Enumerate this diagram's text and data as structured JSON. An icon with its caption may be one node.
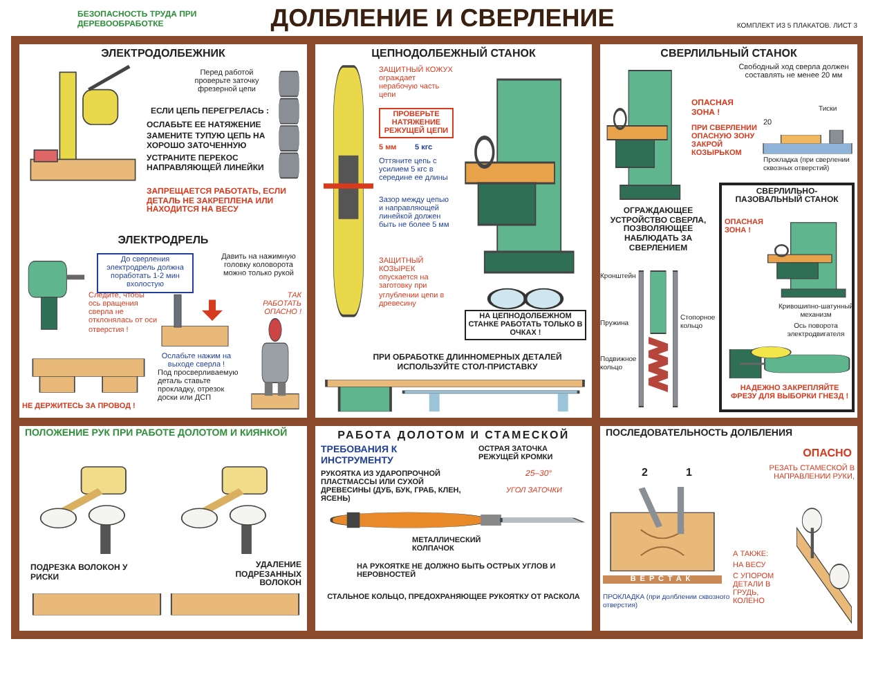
{
  "diagram": {
    "title": "ДОЛБЛЕНИЕ И СВЕРЛЕНИЕ",
    "nodes": [
      {
        "text": [
          "ЭЛЕКТРОДОЛБЕЖНИК"
        ]
      },
      {
        "text": [
          "ЭЛЕКТРОДРЕЛЬ"
        ]
      },
      {
        "text": [
          "ЦЕПНОДОЛБЕЖНЫЙ СТАНОК"
        ]
      },
      {
        "text": [
          "СВЕРЛИЛЬНЫЙ СТАНОК"
        ]
      },
      {
        "text": [
          "СВЕРЛИЛЬНО-ПАЗОВАЛЬНЫЙ СТАНОК"
        ],
        "in": 3
      },
      {
        "text": [
          "ПОЛОЖЕНИЕ РУК ПРИ РАБОТЕ ДОЛОТОМ И КИЯНКОЙ"
        ]
      },
      {
        "text": [
          "РАБОТА ДОЛОТОМ И СТАМЕСКОЙ"
        ]
      },
      {
        "text": [
          "ПОСЛЕДОВАТЕЛЬНОСТЬ ДОЛБЛЕНИЯ"
        ]
      }
    ],
    "labels": [
      "БЕЗОПАСНОСТЬ ТРУДА ПРИ ДЕРЕВООБРАБОТКЕ",
      "КОМПЛЕКТ ИЗ 5 ПЛАКАТОВ. ЛИСТ 3",
      "Перед работой проверьте заточку фрезерной цепи",
      "ЕСЛИ ЦЕПЬ ПЕРЕГРЕЛАСЬ :",
      "ОСЛАБЬТЕ ЕЕ НАТЯЖЕНИЕ",
      "ЗАМЕНИТЕ ТУПУЮ ЦЕПЬ НА ХОРОШО ЗАТОЧЕННУЮ",
      "УСТРАНИТЕ ПЕРЕКОС НАПРАВЛЯЮЩЕЙ ЛИНЕЙКИ",
      "ЗАПРЕЩАЕТСЯ РАБОТАТЬ, ЕСЛИ ДЕТАЛЬ НЕ ЗАКРЕПЛЕНА ИЛИ НАХОДИТСЯ НА ВЕСУ",
      "До сверления электродрель должна поработать 1-2 мин вхолостую",
      "Давить на нажимную головку коловорота можно только рукой",
      "ТАК РАБОТАТЬ ОПАСНО !",
      "Следите, чтобы ось вращения сверла не отклонялась от оси отверстия !",
      "Ослабьте нажим на выходе сверла !",
      "Под просверливаемую деталь ставьте прокладку, отрезок доски или ДСП",
      "НЕ ДЕРЖИТЕСЬ ЗА ПРОВОД !",
      "ЗАЩИТНЫЙ КОЖУХ ограждает нерабочую часть цепи",
      "ПРОВЕРЬТЕ НАТЯЖЕНИЕ РЕЖУЩЕЙ ЦЕПИ",
      "5 мм",
      "5 кгс",
      "Оттяните цепь с усилием 5 кгс в середине ее длины",
      "Зазор между цепью и направляющей линейкой должен быть не более 5 мм",
      "ЗАЩИТНЫЙ КОЗЫРЕК опускается на заготовку при углублении цепи в древесину",
      "НА ЦЕПНОДОЛБЕЖНОМ СТАНКЕ РАБОТАТЬ ТОЛЬКО В ОЧКАХ !",
      "ПРИ ОБРАБОТКЕ ДЛИННОМЕРНЫХ ДЕТАЛЕЙ ИСПОЛЬЗУЙТЕ СТОЛ-ПРИСТАВКУ",
      "Свободный ход сверла должен составлять не менее 20 мм",
      "ОПАСНАЯ ЗОНА !",
      "Тиски",
      "20",
      "ПРИ СВЕРЛЕНИИ ОПАСНУЮ ЗОНУ ЗАКРОЙ КОЗЫРЬКОМ",
      "Прокладка (при сверлении сквозных отверстий)",
      "ОГРАЖДАЮЩЕЕ УСТРОЙСТВО СВЕРЛА, ПОЗВОЛЯЮЩЕЕ НАБЛЮДАТЬ ЗА СВЕРЛЕНИЕМ",
      "Кронштейн",
      "Пружина",
      "Подвижное кольцо",
      "Стопорное кольцо",
      "ОПАСНАЯ ЗОНА !",
      "Кривошипно-шатунный механизм",
      "Ось поворота электродвигателя",
      "НАДЕЖНО ЗАКРЕПЛЯЙТЕ ФРЕЗУ ДЛЯ ВЫБОРКИ ГНЕЗД !",
      "ПОДРЕЗКА ВОЛОКОН У РИСКИ",
      "УДАЛЕНИЕ ПОДРЕЗАННЫХ ВОЛОКОН",
      "ТРЕБОВАНИЯ К ИНСТРУМЕНТУ",
      "ОСТРАЯ ЗАТОЧКА РЕЖУЩЕЙ КРОМКИ",
      "25–30°",
      "УГОЛ ЗАТОЧКИ",
      "РУКОЯТКА ИЗ УДАРОПРОЧНОЙ ПЛАСТМАССЫ ИЛИ СУХОЙ ДРЕВЕСИНЫ (ДУБ, БУК, ГРАБ, КЛЕН, ЯСЕНЬ)",
      "МЕТАЛЛИЧЕСКИЙ КОЛПАЧОК",
      "НА РУКОЯТКЕ НЕ ДОЛЖНО БЫТЬ ОСТРЫХ УГЛОВ И НЕРОВНОСТЕЙ",
      "СТАЛЬНОЕ КОЛЬЦО, ПРЕДОХРАНЯЮЩЕЕ РУКОЯТКУ ОТ РАСКОЛА",
      "2",
      "1",
      "ВЕРСТАК",
      "ПРОКЛАДКА (при долблении сквозного отверстия)",
      "ОПАСНО",
      "РЕЗАТЬ СТАМЕСКОЙ В НАПРАВЛЕНИИ РУКИ,",
      "А ТАКЖЕ:",
      "НА ВЕСУ",
      "С УПОРОМ ДЕТАЛИ В ГРУДЬ, КОЛЕНО"
    ]
  }
}
